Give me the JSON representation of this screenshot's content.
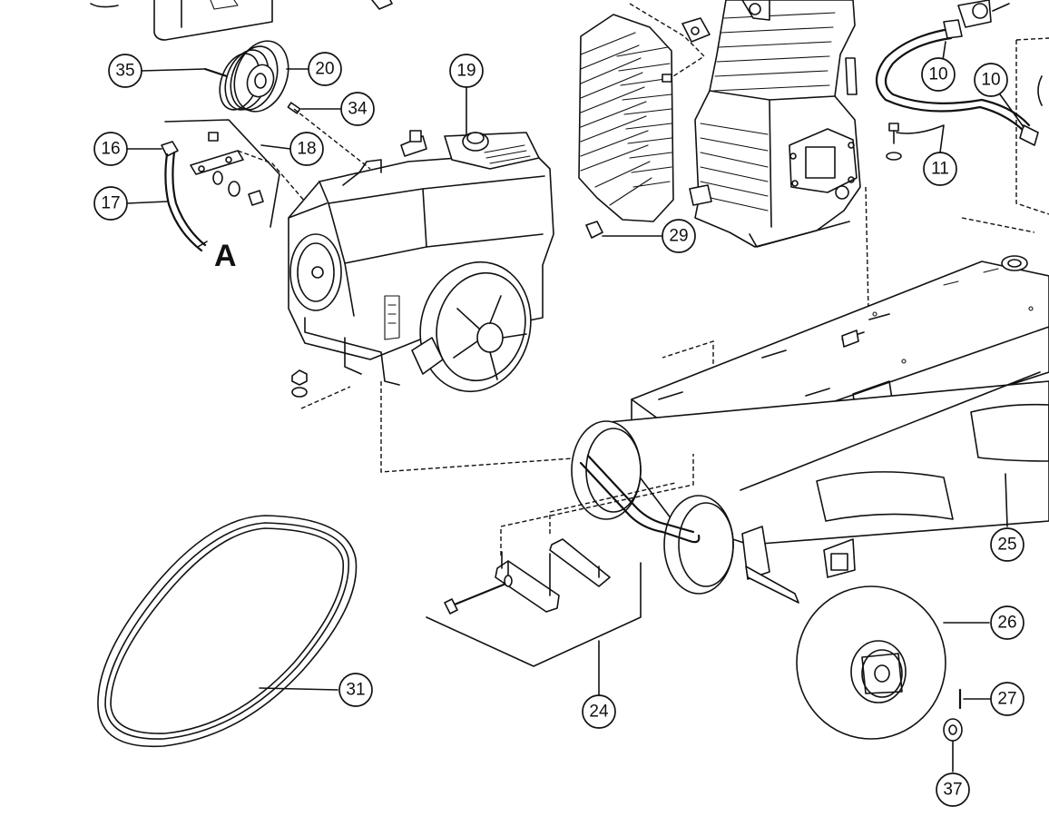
{
  "diagram": {
    "view_label": "A",
    "callouts": [
      {
        "id": "c35",
        "label": "35"
      },
      {
        "id": "c20",
        "label": "20"
      },
      {
        "id": "c34",
        "label": "34"
      },
      {
        "id": "c19",
        "label": "19"
      },
      {
        "id": "c16",
        "label": "16"
      },
      {
        "id": "c18",
        "label": "18"
      },
      {
        "id": "c17",
        "label": "17"
      },
      {
        "id": "c29",
        "label": "29"
      },
      {
        "id": "c10a",
        "label": "10"
      },
      {
        "id": "c10b",
        "label": "10"
      },
      {
        "id": "c11",
        "label": "11"
      },
      {
        "id": "c25",
        "label": "25"
      },
      {
        "id": "c26",
        "label": "26"
      },
      {
        "id": "c24",
        "label": "24"
      },
      {
        "id": "c27",
        "label": "27"
      },
      {
        "id": "c31",
        "label": "31"
      },
      {
        "id": "c37",
        "label": "37"
      }
    ]
  }
}
